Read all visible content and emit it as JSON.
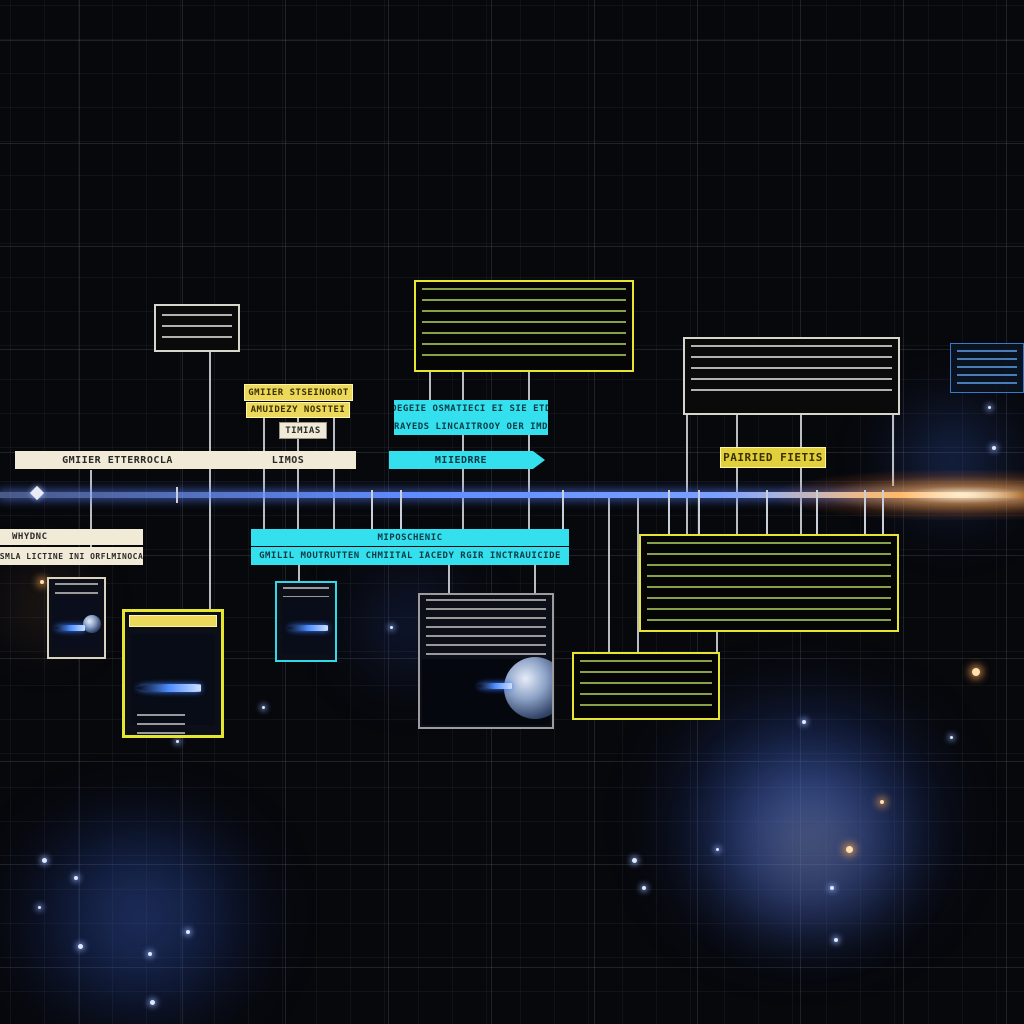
{
  "scene": {
    "colors": {
      "background": "#07080c",
      "grid": "#787d8c",
      "axis": "#5f8cff",
      "flare": "#ffd9a0",
      "yellow_frame": "#e6e630",
      "cyan_frame": "#30d8e8",
      "cream_label": "#f0ead6"
    }
  },
  "labels": {
    "gold_header_1": "GMIIER STSEINOROT",
    "gold_header_2": "AMUIDEZY NOSTTEI",
    "tag_small": "TIMIAS",
    "cream_bar_left": "GMIIER ETTERROCLA",
    "cream_bar_right": "LIMOS",
    "cyan_header_1": "DEGEIE OSMATIECI EI SIE ETD",
    "cyan_header_2": "ERAYEDS LINCAITROOY OER IMDI",
    "cyan_arrow": "MIIEDRRE",
    "yellow_tag": "PAIRIED FIETIS",
    "left_tag_1": "WHYDNC",
    "left_tag_2": "GSMLA LICTINE INI ORFLMINOCAI",
    "cyan_bar_top": "MIPOSCHENIC",
    "cyan_bar_bottom": "GMILIL MOUTRUTTEN CHMIITAL IACEDY RGIR INCTRAUICIDE"
  },
  "icons": {
    "axis_marker": "diamond-icon",
    "flare": "lens-flare-icon",
    "planet": "planet-icon",
    "spaceship": "spaceship-icon"
  }
}
